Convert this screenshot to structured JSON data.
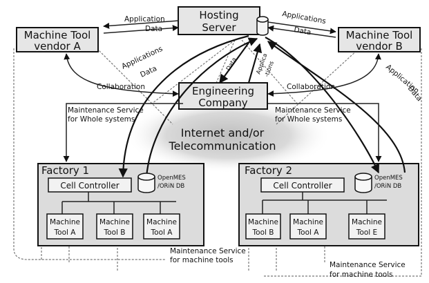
{
  "hosting_server": [
    "Hosting",
    "Server"
  ],
  "vendor_a": [
    "Machine Tool",
    "vendor A"
  ],
  "vendor_b": [
    "Machine Tool",
    "vendor B"
  ],
  "engineering": [
    "Engineering",
    "Company"
  ],
  "internet": [
    "Internet and/or",
    "Telecommunication"
  ],
  "arrow_labels": {
    "application_data_left": [
      "Application",
      "Data"
    ],
    "applications_data_center": [
      "Applications",
      "Data"
    ],
    "applications_data_right": [
      "Applications",
      "Data"
    ],
    "data_small": "Data",
    "applications_small": [
      "Applica",
      "-tions"
    ],
    "application_data_far_right": [
      "Application",
      "Data"
    ],
    "collaboration_left": "Collaboration",
    "collaboration_right": "Collaboration",
    "maint_whole_left": [
      "Maintenance Service",
      "for Whole systems"
    ],
    "maint_whole_right": [
      "Maintenance Service",
      "for Whole systems"
    ],
    "maint_tools_1": [
      "Maintenance Service",
      "for machine tools"
    ],
    "maint_tools_2": [
      "Maintenance Service",
      "for machine tools"
    ]
  },
  "factory1": {
    "title": "Factory 1",
    "cell_controller": "Cell Controller",
    "db": [
      "OpenMES",
      "/ORiN DB"
    ],
    "tools": [
      [
        "Machine",
        "Tool A"
      ],
      [
        "Machine",
        "Tool B"
      ],
      [
        "Machine",
        "Tool A"
      ]
    ]
  },
  "factory2": {
    "title": "Factory 2",
    "cell_controller": "Cell Controller",
    "db": [
      "OpenMES",
      "/ORiN DB"
    ],
    "tools": [
      [
        "Machine",
        "Tool B"
      ],
      [
        "Machine",
        "Tool A"
      ],
      [
        "Machine",
        "Tool E"
      ]
    ]
  }
}
